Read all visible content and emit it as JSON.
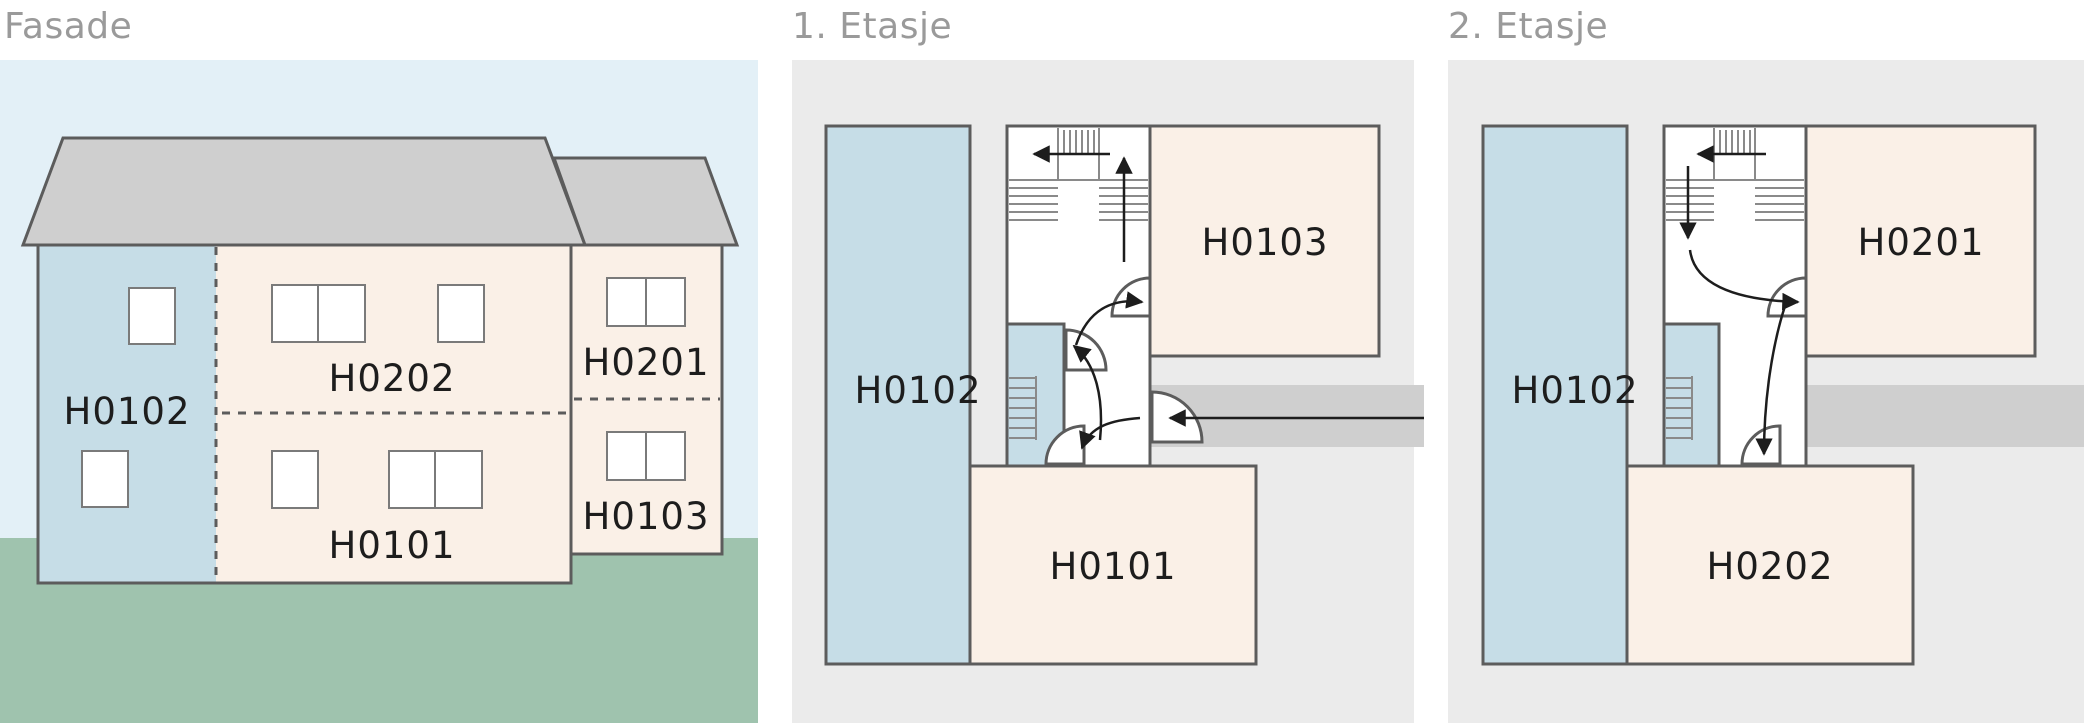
{
  "panels": {
    "facade": {
      "title": "Fasade"
    },
    "floor1": {
      "title": "1. Etasje"
    },
    "floor2": {
      "title": "2. Etasje"
    }
  },
  "facade_units": {
    "h0102": "H0102",
    "h0202": "H0202",
    "h0101": "H0101",
    "h0201": "H0201",
    "h0103": "H0103"
  },
  "floor1_units": {
    "h0102": "H0102",
    "h0103": "H0103",
    "h0101": "H0101"
  },
  "floor2_units": {
    "h0102": "H0102",
    "h0201": "H0201",
    "h0202": "H0202"
  },
  "colors": {
    "sky": "#e3f0f7",
    "grass": "#9fc3ae",
    "roof": "#cfcfcf",
    "blue_unit": "#c6dde7",
    "beige_unit": "#faf0e7",
    "floor_background": "#ebebeb",
    "outline": "#5c5c5c",
    "title_text": "#9a9a9a"
  }
}
